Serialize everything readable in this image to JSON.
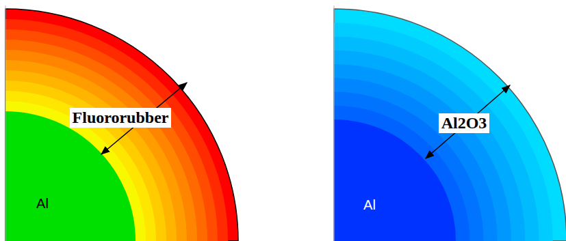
{
  "diagram": {
    "labels": [
      "Fluororubber",
      "Al",
      "Al2O3",
      "Al"
    ]
  }
}
